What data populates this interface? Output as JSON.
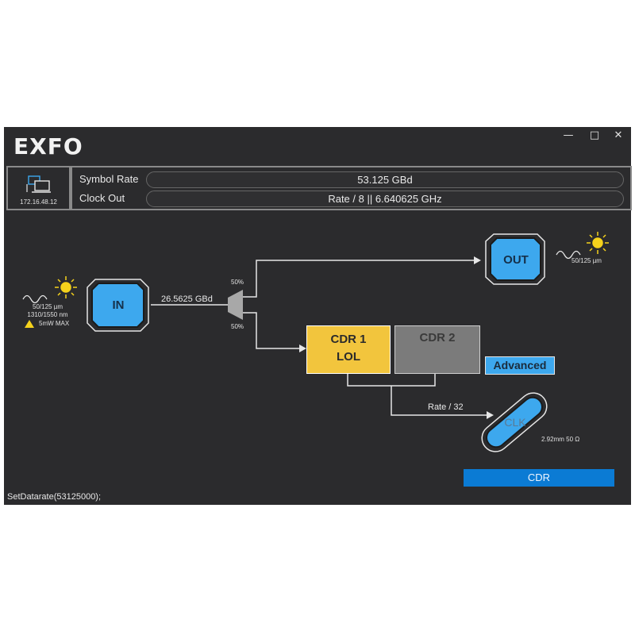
{
  "app": {
    "logo": "EXFO"
  },
  "window_controls": {
    "minimize": "—",
    "maximize": "□",
    "close": "✕"
  },
  "host": {
    "ip": "172.16.48.12",
    "icon": "computer-network-icon"
  },
  "info": {
    "symbol_rate_label": "Symbol Rate",
    "symbol_rate_value": "53.125 GBd",
    "clock_out_label": "Clock Out",
    "clock_out_value": "Rate / 8 || 6.640625 GHz"
  },
  "input": {
    "label": "IN",
    "fiber": "50/125 µm",
    "wavelength": "1310/1550 nm",
    "max_power": "5mW MAX",
    "rate": "26.5625 GBd"
  },
  "splitter": {
    "top_pct": "50%",
    "bottom_pct": "50%"
  },
  "output": {
    "label": "OUT",
    "fiber": "50/125 µm"
  },
  "cdr": {
    "cdr1_label": "CDR 1",
    "cdr1_status": "LOL",
    "cdr2_label": "CDR 2",
    "advanced": "Advanced"
  },
  "clock": {
    "label": "CLK",
    "rate": "Rate / 32",
    "connector": "2.92mm 50 Ω"
  },
  "mode_button": "CDR",
  "command_line": "SetDatarate(53125000);",
  "colors": {
    "accent_blue": "#3da8ee",
    "cdr_yellow": "#f2c53d",
    "cdr_gray": "#7b7b7b",
    "bar_blue": "#0b7bd4",
    "bg": "#2b2b2d",
    "laser_yellow": "#f5d21c"
  }
}
